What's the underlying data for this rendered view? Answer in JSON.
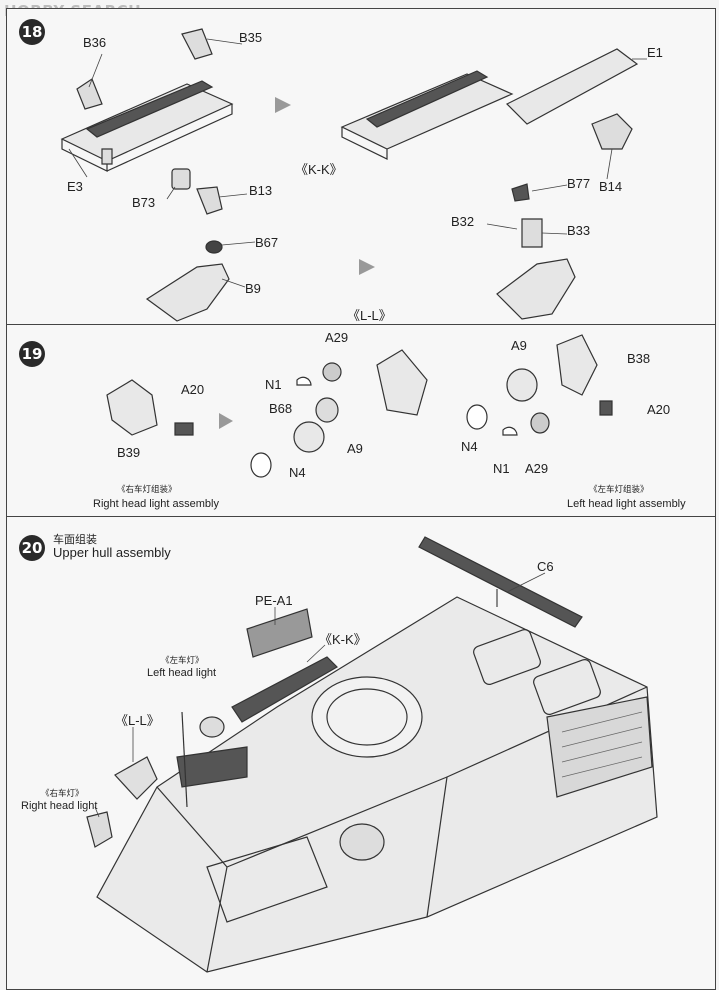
{
  "watermark": "HOBBY SEARCH",
  "steps": {
    "s18": {
      "number": "18",
      "section_kk": "《K-K》",
      "section_ll": "《L-L》",
      "parts": {
        "b36": "B36",
        "b35": "B35",
        "e3": "E3",
        "e1": "E1",
        "b14": "B14",
        "b73": "B73",
        "b13": "B13",
        "b67": "B67",
        "b9": "B9",
        "b77": "B77",
        "b32": "B32",
        "b33": "B33"
      }
    },
    "s19": {
      "number": "19",
      "parts": {
        "b39": "B39",
        "a20_l": "A20",
        "a29_l": "A29",
        "n1_l": "N1",
        "b68": "B68",
        "a9_l": "A9",
        "n4_l": "N4",
        "a9_r": "A9",
        "b38": "B38",
        "a20_r": "A20",
        "n4_r": "N4",
        "n1_r": "N1",
        "a29_r": "A29"
      },
      "right_cn": "《右车灯组装》",
      "right_en": "Right head light assembly",
      "left_cn": "《左车灯组装》",
      "left_en": "Left head light assembly"
    },
    "s20": {
      "number": "20",
      "title_cn": "车面组装",
      "title_en": "Upper hull assembly",
      "parts": {
        "c6": "C6",
        "pea1": "PE-A1",
        "kk": "《K-K》",
        "ll": "《L-L》"
      },
      "left_light_cn": "《左车灯》",
      "left_light_en": "Left head light",
      "right_light_cn": "《右车灯》",
      "right_light_en": "Right head light"
    }
  }
}
